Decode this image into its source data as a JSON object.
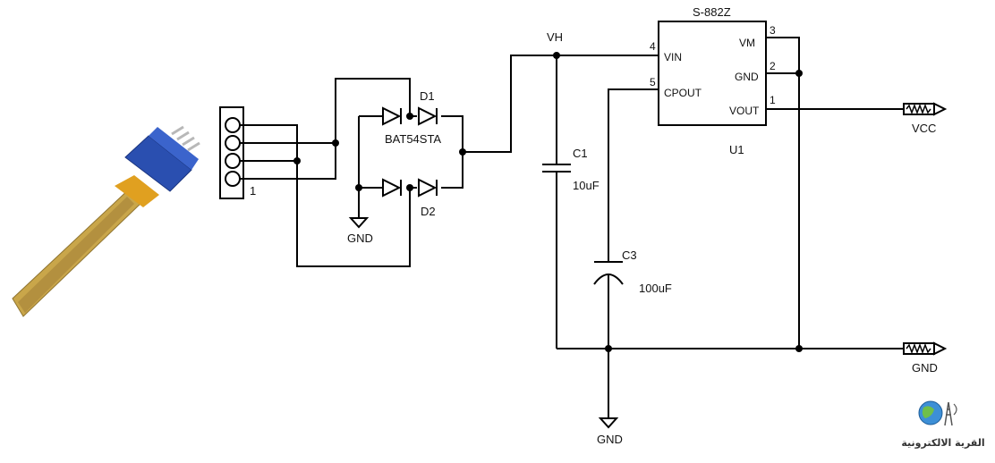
{
  "labels": {
    "vh": "VH",
    "ic_name": "S-882Z",
    "ic_ref": "U1",
    "pin_vin": "VIN",
    "pin_cpout": "CPOUT",
    "pin_vm": "VM",
    "pin_gnd": "GND",
    "pin_vout": "VOUT",
    "pin_num_4": "4",
    "pin_num_5": "5",
    "pin_num_3": "3",
    "pin_num_2": "2",
    "pin_num_1": "1",
    "d1": "D1",
    "d2": "D2",
    "diode_part": "BAT54STA",
    "c1": "C1",
    "c1_val": "10uF",
    "c3": "C3",
    "c3_val": "100uF",
    "vcc": "VCC",
    "gnd_out": "GND",
    "gnd_bottom": "GND",
    "gnd_diode": "GND",
    "connector_pin1": "1"
  },
  "logo": {
    "text": "القرية الالكترونية",
    "icon": "globe-tower-icon"
  },
  "colors": {
    "wire": "#000000",
    "sensor_film": "#c9a64a",
    "connector_blue": "#2a4fb0",
    "pins": "#b8b8b8"
  }
}
